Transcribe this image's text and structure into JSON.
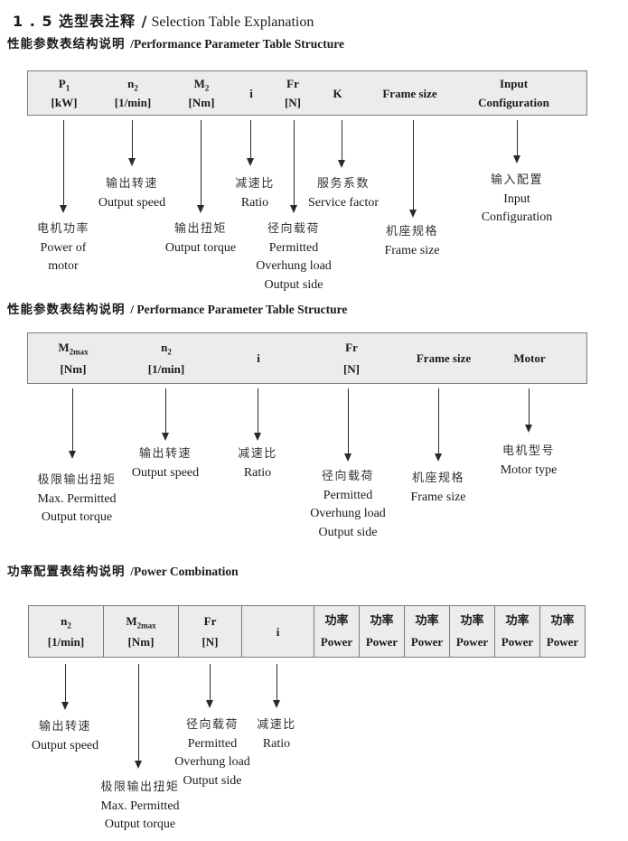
{
  "page": {
    "title_zh": "1 . 5 选型表注释 /",
    "title_en": "Selection Table Explanation"
  },
  "sections": [
    {
      "heading_zh": "性能参数表结构说明 ",
      "heading_en": "/Performance Parameter Table Structure",
      "table": {
        "columns": [
          {
            "sym": "P",
            "sub": "1",
            "unit": "[kW]"
          },
          {
            "sym": "n",
            "sub": "2",
            "unit": "[1/min]"
          },
          {
            "sym": "M",
            "sub": "2",
            "unit": "[Nm]"
          },
          {
            "sym": "i"
          },
          {
            "sym": "Fr",
            "unit": "[N]"
          },
          {
            "sym": "K"
          },
          {
            "sym": "Frame size"
          },
          {
            "sym": "Input",
            "unit": "Configuration"
          }
        ]
      },
      "annotations": [
        {
          "lines": [
            "电机功率",
            "Power of",
            "motor"
          ]
        },
        {
          "lines": [
            "输出转速",
            "Output speed"
          ]
        },
        {
          "lines": [
            "输出扭矩",
            "Output torque"
          ]
        },
        {
          "lines": [
            "减速比",
            "Ratio"
          ]
        },
        {
          "lines": [
            "径向载荷",
            "Permitted",
            "Overhung load",
            "Output side"
          ]
        },
        {
          "lines": [
            "服务系数",
            "Service factor"
          ]
        },
        {
          "lines": [
            "机座规格",
            "Frame size"
          ]
        },
        {
          "lines": [
            "输入配置",
            "Input",
            "Configuration"
          ]
        }
      ]
    },
    {
      "heading_zh": "性能参数表结构说明 ",
      "heading_en": "/ Performance Parameter Table Structure",
      "table": {
        "columns": [
          {
            "sym": "M",
            "sub": "2max",
            "unit": "[Nm]"
          },
          {
            "sym": "n",
            "sub": "2",
            "unit": "[1/min]"
          },
          {
            "sym": "i"
          },
          {
            "sym": "Fr",
            "unit": "[N]"
          },
          {
            "sym": "Frame size"
          },
          {
            "sym": "Motor"
          }
        ]
      },
      "annotations": [
        {
          "lines": [
            "极限输出扭矩",
            "Max. Permitted",
            "Output torque"
          ]
        },
        {
          "lines": [
            "输出转速",
            "Output speed"
          ]
        },
        {
          "lines": [
            "减速比",
            "Ratio"
          ]
        },
        {
          "lines": [
            "径向载荷",
            "Permitted",
            "Overhung load",
            "Output side"
          ]
        },
        {
          "lines": [
            "机座规格",
            "Frame size"
          ]
        },
        {
          "lines": [
            "电机型号",
            "Motor type"
          ]
        }
      ]
    },
    {
      "heading_zh": "功率配置表结构说明 ",
      "heading_en": "/Power Combination",
      "table": {
        "columns": [
          {
            "sym": "n",
            "sub": "2",
            "unit": "[1/min]"
          },
          {
            "sym": "M",
            "sub": "2max",
            "unit": "[Nm]"
          },
          {
            "sym": "Fr",
            "unit": "[N]"
          },
          {
            "sym": "i"
          },
          {
            "sym": "功率",
            "unit": "Power"
          },
          {
            "sym": "功率",
            "unit": "Power"
          },
          {
            "sym": "功率",
            "unit": "Power"
          },
          {
            "sym": "功率",
            "unit": "Power"
          },
          {
            "sym": "功率",
            "unit": "Power"
          },
          {
            "sym": "功率",
            "unit": "Power"
          }
        ]
      },
      "annotations": [
        {
          "lines": [
            "输出转速",
            "Output speed"
          ]
        },
        {
          "lines": [
            "极限输出扭矩",
            "Max. Permitted",
            "Output torque"
          ]
        },
        {
          "lines": [
            "径向载荷",
            "Permitted",
            "Overhung load",
            "Output side"
          ]
        },
        {
          "lines": [
            "减速比",
            "Ratio"
          ]
        }
      ]
    }
  ]
}
